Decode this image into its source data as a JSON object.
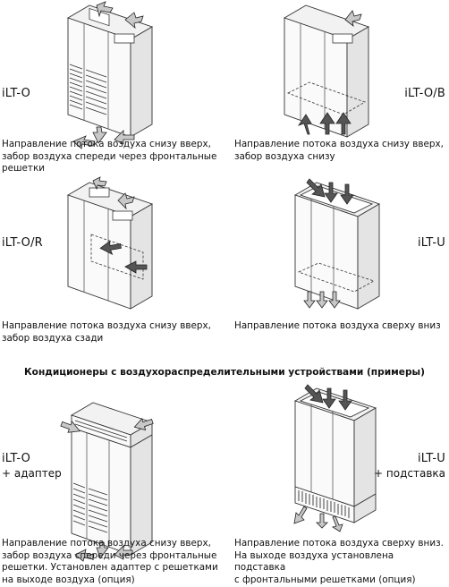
{
  "panels": [
    {
      "model": "iLT-O",
      "description": "Направление потока воздуха снизу вверх,\nзабор воздуха спереди через фронтальные\nрешетки"
    },
    {
      "model": "iLT-O/B",
      "description": "Направление потока воздуха снизу вверх,\nзабор воздуха снизу"
    },
    {
      "model": "iLT-O/R",
      "description": "Направление потока воздуха снизу вверх,\nзабор воздуха сзади"
    },
    {
      "model": "iLT-U",
      "description": "Направление потока воздуха сверху вниз"
    }
  ],
  "section_heading": "Кондиционеры с воздухораспределительными устройствами (примеры)",
  "examples": [
    {
      "model": "iLT-O",
      "suffix": "+ адаптер",
      "description": "Направление потока воздуха снизу вверх,\nзабор воздуха спереди через фронтальные\nрешетки. Установлен адаптер с решетками\nна выходе воздуха (опция)"
    },
    {
      "model": "iLT-U",
      "suffix": "+ подставка",
      "description": "Направление потока воздуха сверху вниз.\nНа выходе воздуха установлена подставка\nс фронтальными решетками (опция)"
    }
  ]
}
